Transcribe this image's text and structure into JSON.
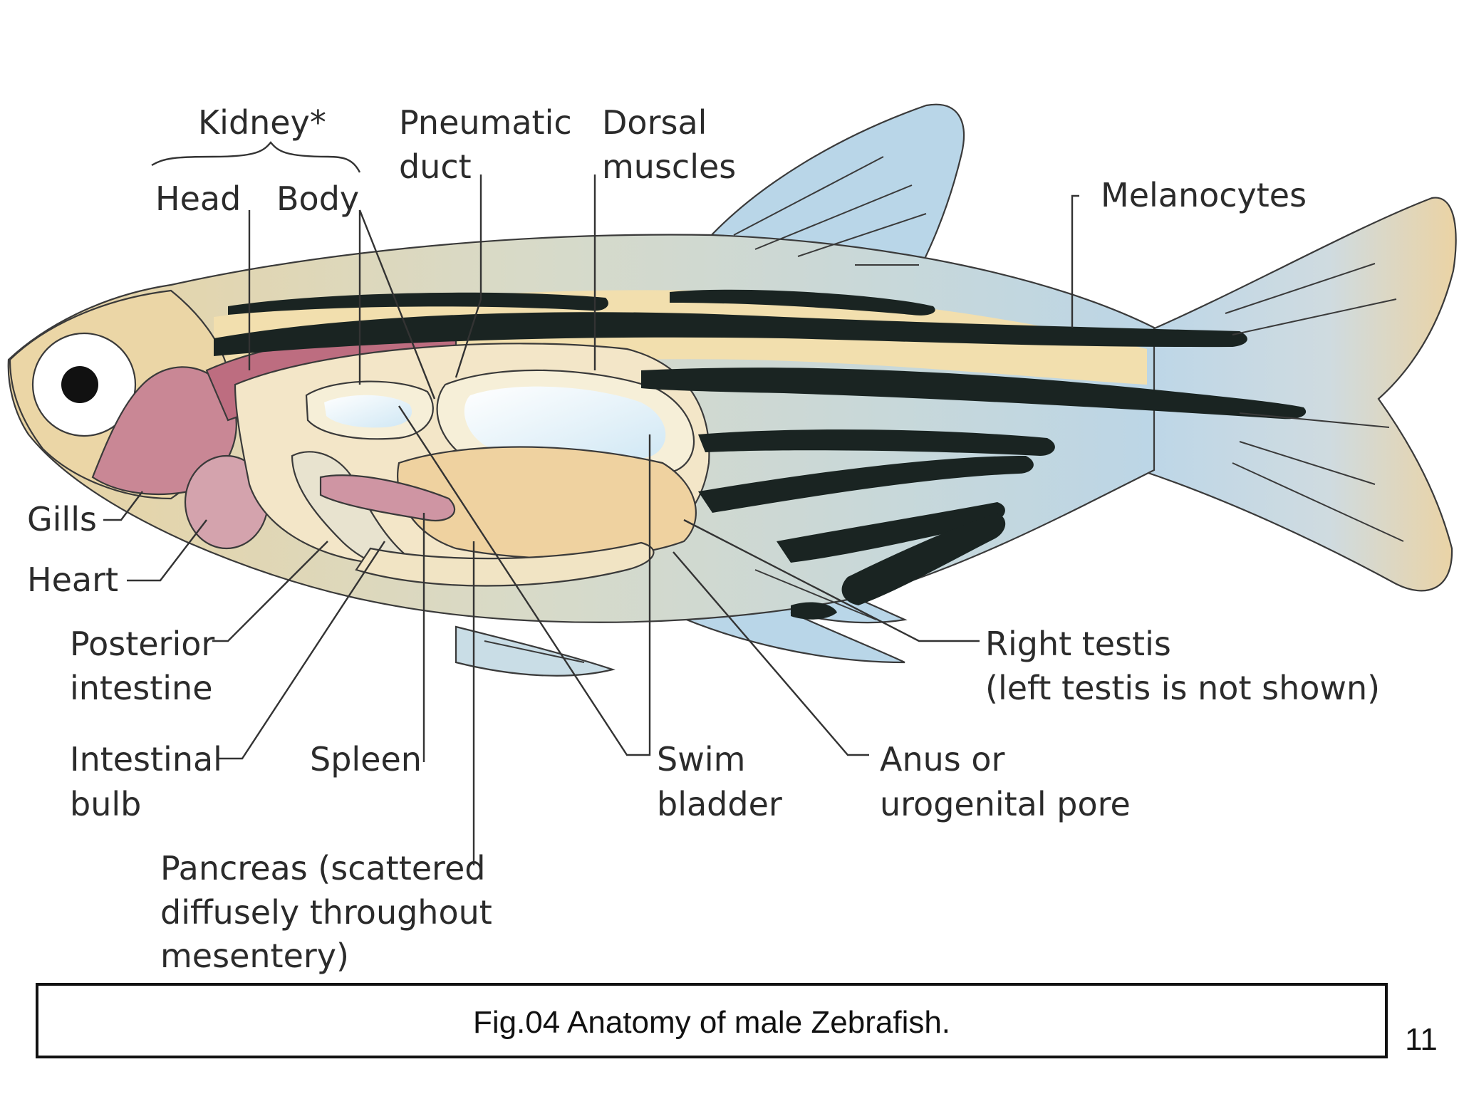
{
  "labels": {
    "kidney": "Kidney*",
    "head": "Head",
    "body": "Body",
    "pneumatic_l1": "Pneumatic",
    "pneumatic_l2": "duct",
    "dorsal_l1": "Dorsal",
    "dorsal_l2": "muscles",
    "melanocytes": "Melanocytes",
    "gills": "Gills",
    "heart": "Heart",
    "posterior_l1": "Posterior",
    "posterior_l2": "intestine",
    "intestinal_l1": "Intestinal",
    "intestinal_l2": "bulb",
    "spleen": "Spleen",
    "swim_l1": "Swim",
    "swim_l2": "bladder",
    "anus_l1": "Anus or",
    "anus_l2": "urogenital pore",
    "testis_l1": "Right testis",
    "testis_l2": "(left testis is not shown)",
    "pancreas_l1": "Pancreas (scattered",
    "pancreas_l2": "diffusely throughout",
    "pancreas_l3": "mesentery)"
  },
  "caption": "Fig.04 Anatomy of male Zebrafish.",
  "page_number": "11",
  "colors": {
    "fin_blue": "#b9d6e8",
    "body_tan": "#eed9a8",
    "stripe": "#1a2422",
    "gill_pink": "#c98795",
    "organ_cream": "#f4e7c7"
  }
}
